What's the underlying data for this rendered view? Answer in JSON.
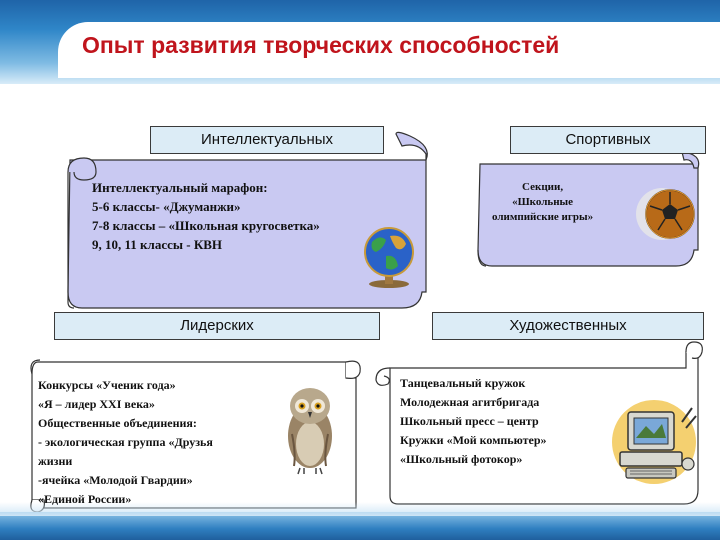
{
  "title": "Опыт развития творческих способностей",
  "sections": {
    "intellectual": {
      "label": "Интеллектуальных",
      "lines": [
        "Интеллектуальный марафон:",
        "5-6 классы- «Джуманжи»",
        "7-8 классы – «Школьная кругосветка»",
        "9, 10, 11 классы - КВН"
      ],
      "image": "globe-icon"
    },
    "sports": {
      "label": "Спортивных",
      "lines": [
        "Секции,",
        "«Школьные",
        "олимпийские игры»"
      ],
      "image": "soccer-ball-icon"
    },
    "leadership": {
      "label": "Лидерских",
      "lines": [
        "Конкурсы «Ученик года»",
        "«Я – лидер XXI века»",
        "Общественные объединения:",
        "- экологическая группа «Друзья",
        "жизни",
        "-ячейка «Молодой Гвардии»",
        "«Единой России»"
      ],
      "image": "owl-icon"
    },
    "artistic": {
      "label": "Художественных",
      "lines": [
        "Танцевальный кружок",
        "Молодежная агитбригада",
        "Школьный пресс – центр",
        "Кружки «Мой компьютер»",
        "«Школьный фотокор»"
      ],
      "image": "computer-icon"
    }
  },
  "colors": {
    "title": "#c0141c",
    "scroll_fill": "#c9c9f2",
    "label_fill": "#dcecf6",
    "header_blue": "#2f86c8"
  }
}
